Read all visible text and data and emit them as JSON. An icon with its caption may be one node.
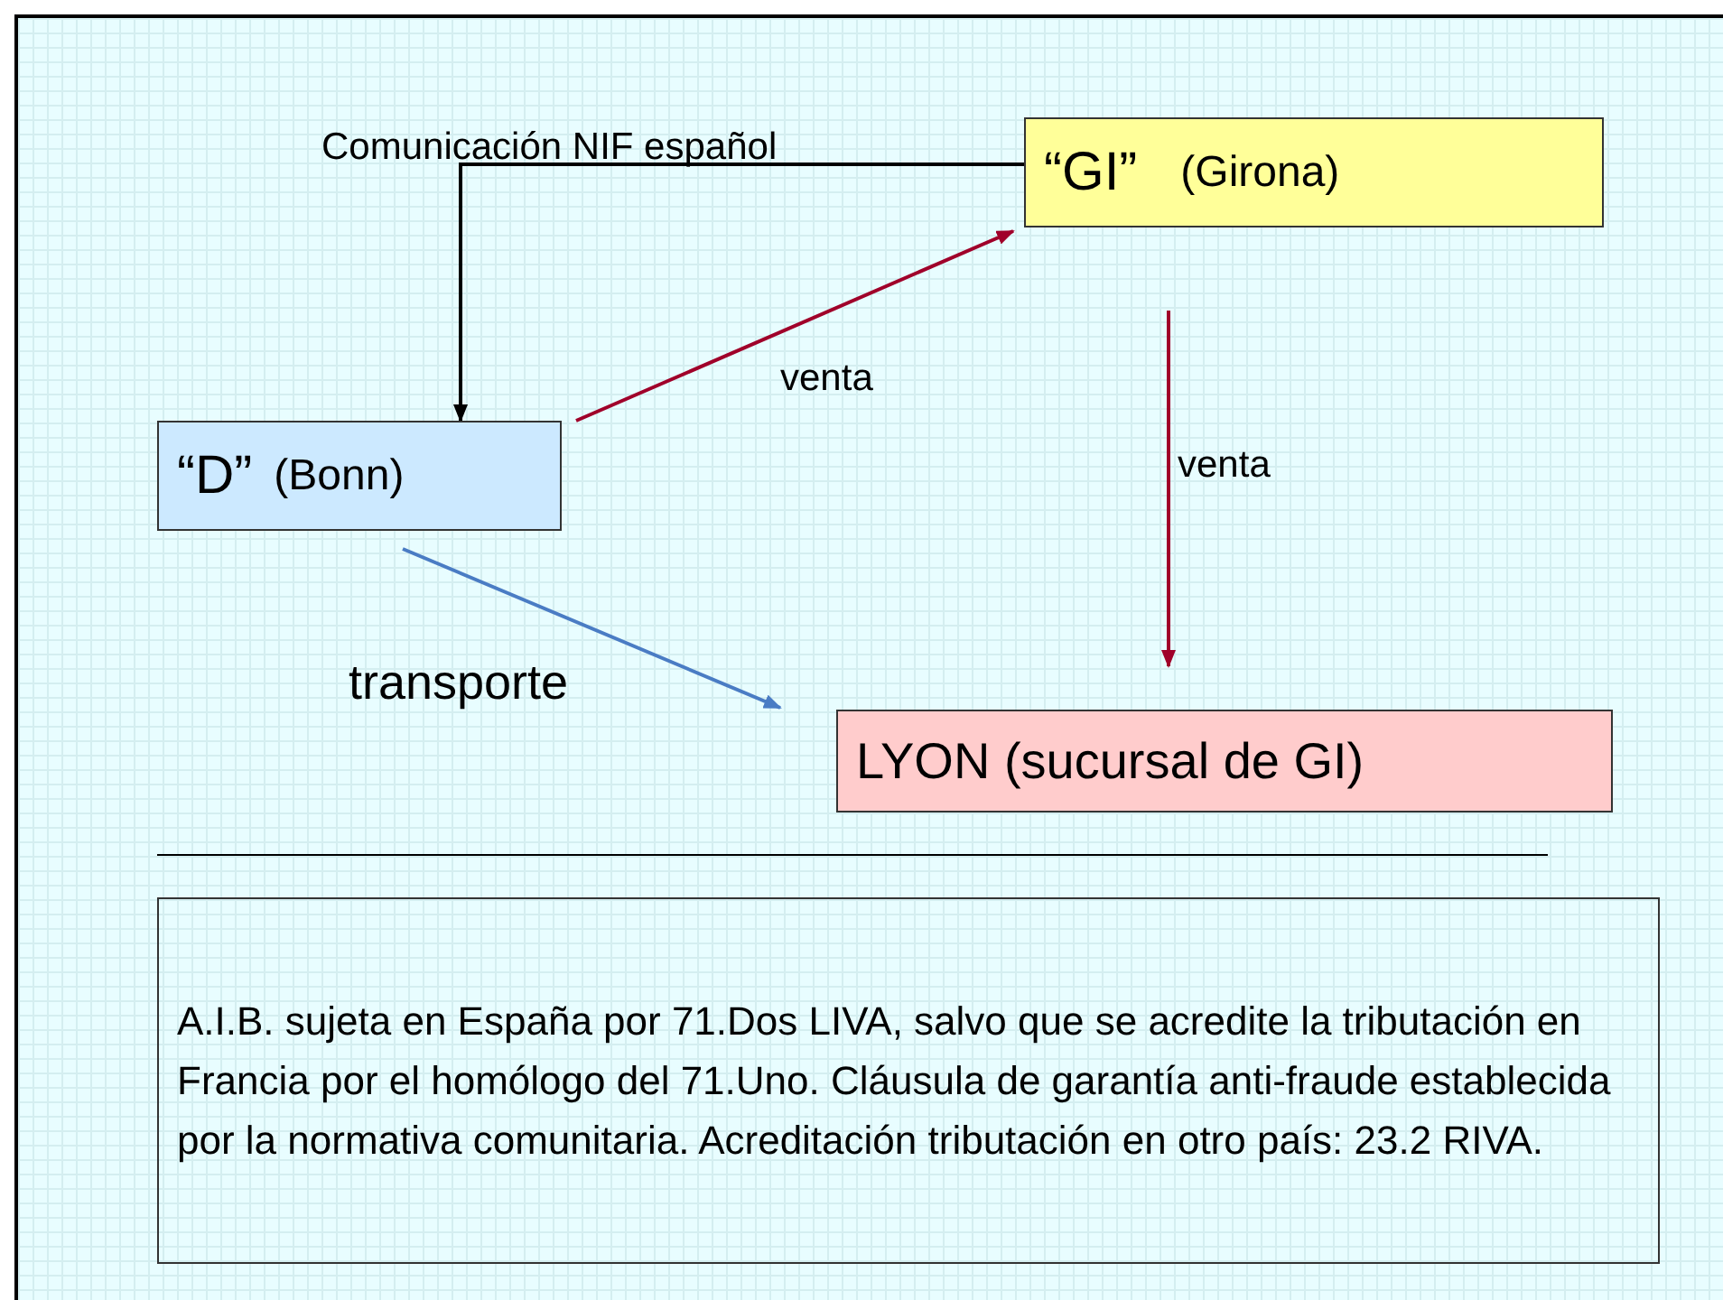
{
  "diagram": {
    "nodes": [
      {
        "text": [
          "“GI”",
          "(Girona)"
        ]
      },
      {
        "text": [
          "“D”",
          "(Bonn)"
        ]
      },
      {
        "text": [
          "LYON (sucursal de GI)"
        ]
      },
      {
        "text": [
          "A.I.B. sujeta en España por 71.Dos LIVA, salvo que se acredite la tributación en Francia por el homólogo del 71.Uno. Cláusula  de garantía anti-fraude establecida por la normativa comunitaria. Acreditación tributación en otro país: 23.2 RIVA."
        ]
      }
    ],
    "edges": [
      {
        "from": 0,
        "to": 1,
        "arrow": "to",
        "label": "Comunicación NIF español",
        "color": "#000000"
      },
      {
        "from": 1,
        "to": 0,
        "arrow": "to",
        "label": "venta"
      },
      {
        "from": 0,
        "to": 2,
        "arrow": "to",
        "label": "venta"
      },
      {
        "from": 1,
        "to": 2,
        "arrow": "to",
        "label": "transporte",
        "color": "#4a7cc4"
      }
    ]
  }
}
